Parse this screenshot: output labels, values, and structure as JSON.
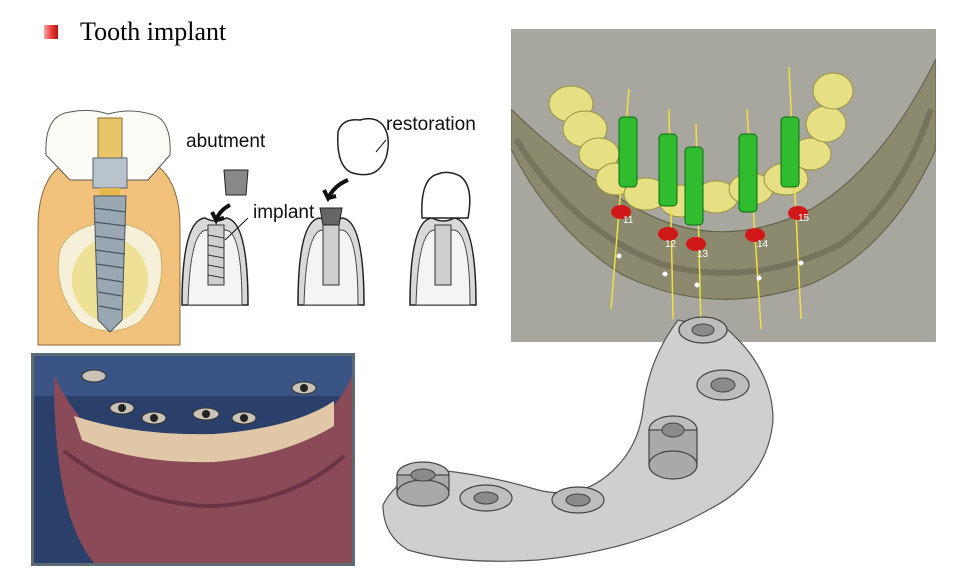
{
  "slide": {
    "title": "Tooth implant",
    "bullet_color": "#e03030"
  },
  "diagram": {
    "labels": {
      "abutment": "abutment",
      "implant": "implant",
      "restoration": "restoration"
    }
  },
  "render3d": {
    "implant_labels": [
      "11",
      "12",
      "13",
      "14",
      "15"
    ],
    "colors": {
      "background": "#a7a79f",
      "bone": "#8b8a6e",
      "teeth": "#e6df84",
      "implants": "#2fbd2f",
      "markers": "#d01818",
      "guides": "#f0e040"
    }
  },
  "images": {
    "icons": [
      "implant-cross-section-icon",
      "jaw-photo-icon",
      "surgical-guide-model-icon"
    ]
  }
}
